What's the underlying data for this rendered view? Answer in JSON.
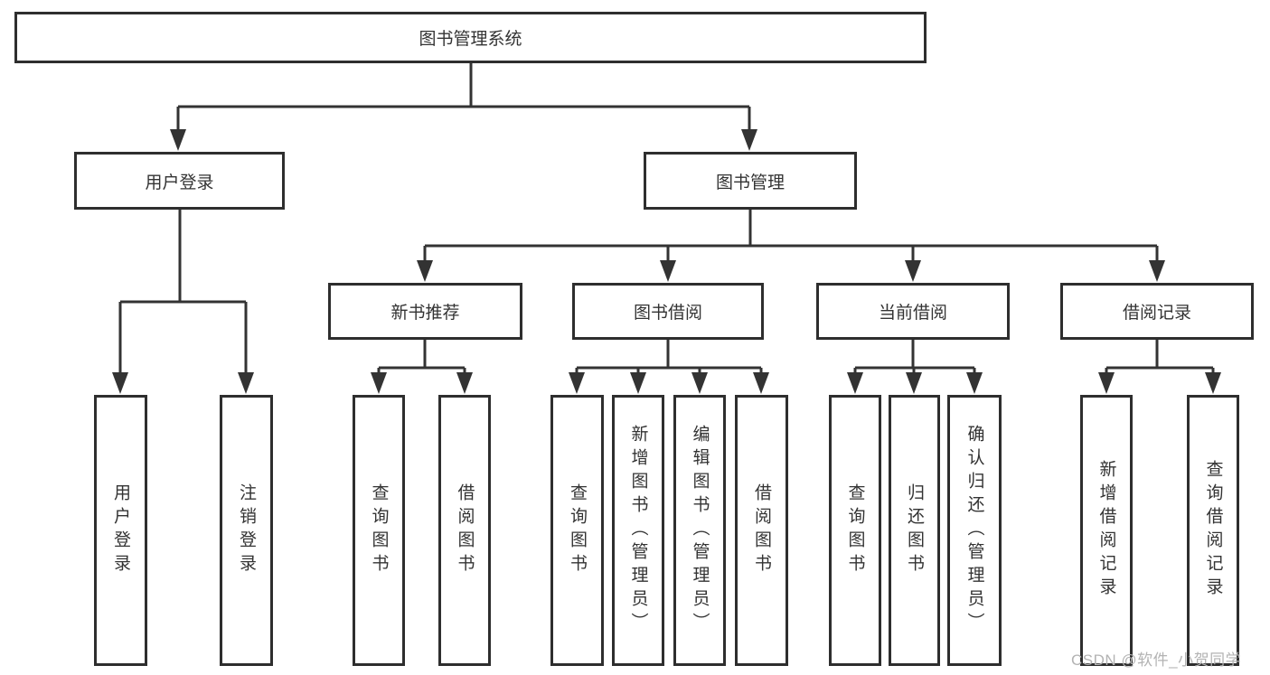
{
  "colors": {
    "line": "#333333",
    "box_border": "#2e2e2e",
    "box_fill": "#ffffff",
    "text": "#333333",
    "watermark": "#b3b3b3"
  },
  "watermark": {
    "text": "CSDN @软件_小贺同学"
  },
  "tree": {
    "root": {
      "label": "图书管理系统"
    },
    "branches": [
      {
        "label": "用户登录",
        "children": [
          {
            "label": "用户登录"
          },
          {
            "label": "注销登录"
          }
        ]
      },
      {
        "label": "图书管理",
        "groups": [
          {
            "label": "新书推荐",
            "children": [
              {
                "label": "查询图书"
              },
              {
                "label": "借阅图书"
              }
            ]
          },
          {
            "label": "图书借阅",
            "children": [
              {
                "label": "查询图书"
              },
              {
                "label": "新增图书（管理员）"
              },
              {
                "label": "编辑图书（管理员）"
              },
              {
                "label": "借阅图书"
              }
            ]
          },
          {
            "label": "当前借阅",
            "children": [
              {
                "label": "查询图书"
              },
              {
                "label": "归还图书"
              },
              {
                "label": "确认归还（管理员）"
              }
            ]
          },
          {
            "label": "借阅记录",
            "children": [
              {
                "label": "新增借阅记录"
              },
              {
                "label": "查询借阅记录"
              }
            ]
          }
        ]
      }
    ]
  }
}
